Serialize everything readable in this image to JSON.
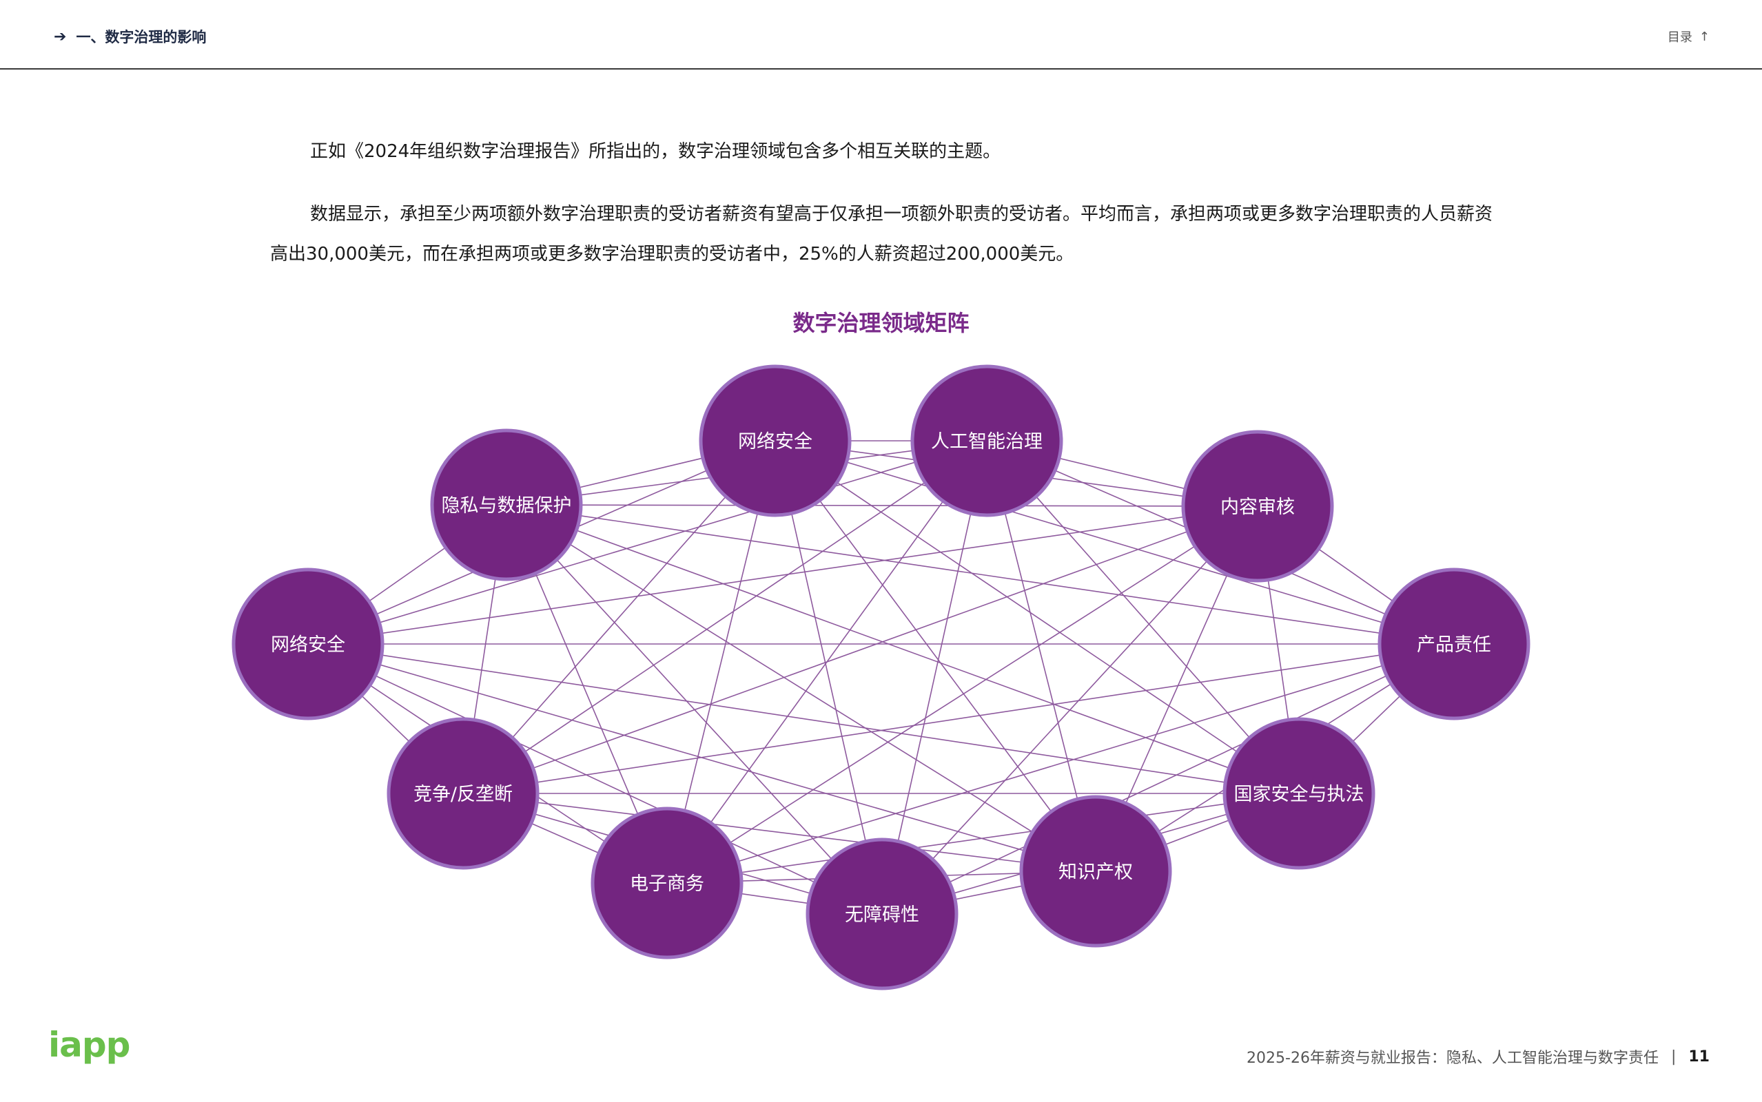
{
  "header": {
    "breadcrumb": "一、数字治理的影响",
    "breadcrumb_icon": "arrow-right-icon",
    "toc_label": "目录",
    "toc_icon": "arrow-up-icon"
  },
  "body": {
    "paragraph_1": "正如《2024年组织数字治理报告》所指出的，数字治理领域包含多个相互关联的主题。",
    "paragraph_2": "数据显示，承担至少两项额外数字治理职责的受访者薪资有望高于仅承担一项额外职责的受访者。平均而言，承担两项或更多数字治理职责的人员薪资高出30,000美元，而在承担两项或更多数字治理职责的受访者中，25%的人薪资超过200,000美元。"
  },
  "diagram": {
    "title": "数字治理领域矩阵",
    "nodes": [
      "网络安全",
      "人工智能治理",
      "内容审核",
      "产品责任",
      "国家安全与执法",
      "知识产权",
      "无障碍性",
      "电子商务",
      "竞争/反垄断",
      "网络安全",
      "隐私与数据保护"
    ],
    "fully_connected": true,
    "colors": {
      "node_fill": "#732580",
      "node_border": "#9b6fc0",
      "edge": "#8e5a9e",
      "title": "#7a2a8a",
      "logo": "#6abf4b"
    }
  },
  "footer": {
    "logo": "iapp",
    "report_title": "2025-26年薪资与就业报告：隐私、人工智能治理与数字责任",
    "separator": "|",
    "page_number": "11"
  }
}
